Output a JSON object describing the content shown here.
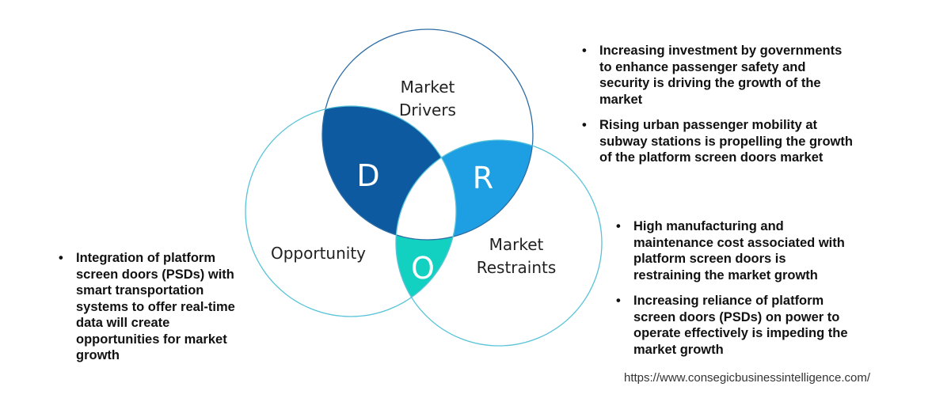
{
  "colors": {
    "drivers_outline": "#2e6da4",
    "restraints_outline": "#59c3d8",
    "opportunity_outline": "#59c3d8",
    "d_region": "#0d5aa1",
    "r_region": "#1e9fe3",
    "o_region": "#12d1c0"
  },
  "circles": {
    "drivers_label_line1": "Market",
    "drivers_label_line2": "Drivers",
    "restraints_label_line1": "Market",
    "restraints_label_line2": "Restraints",
    "opportunity_label": "Opportunity"
  },
  "letters": {
    "d": "D",
    "r": "R",
    "o": "O"
  },
  "drivers": [
    "Increasing investment by governments to enhance passenger safety and security is driving the growth of the market",
    "Rising urban passenger mobility at subway stations is propelling the growth of the platform screen doors market"
  ],
  "restraints": [
    "High manufacturing and maintenance cost associated with platform screen doors is restraining the market growth",
    "Increasing reliance of platform screen doors (PSDs) on power to operate effectively is impeding the market growth"
  ],
  "opportunities": [
    "Integration of platform screen doors (PSDs) with smart transportation systems to offer real-time data will create opportunities for market growth"
  ],
  "source_url": "https://www.consegicbusinessintelligence.com/"
}
